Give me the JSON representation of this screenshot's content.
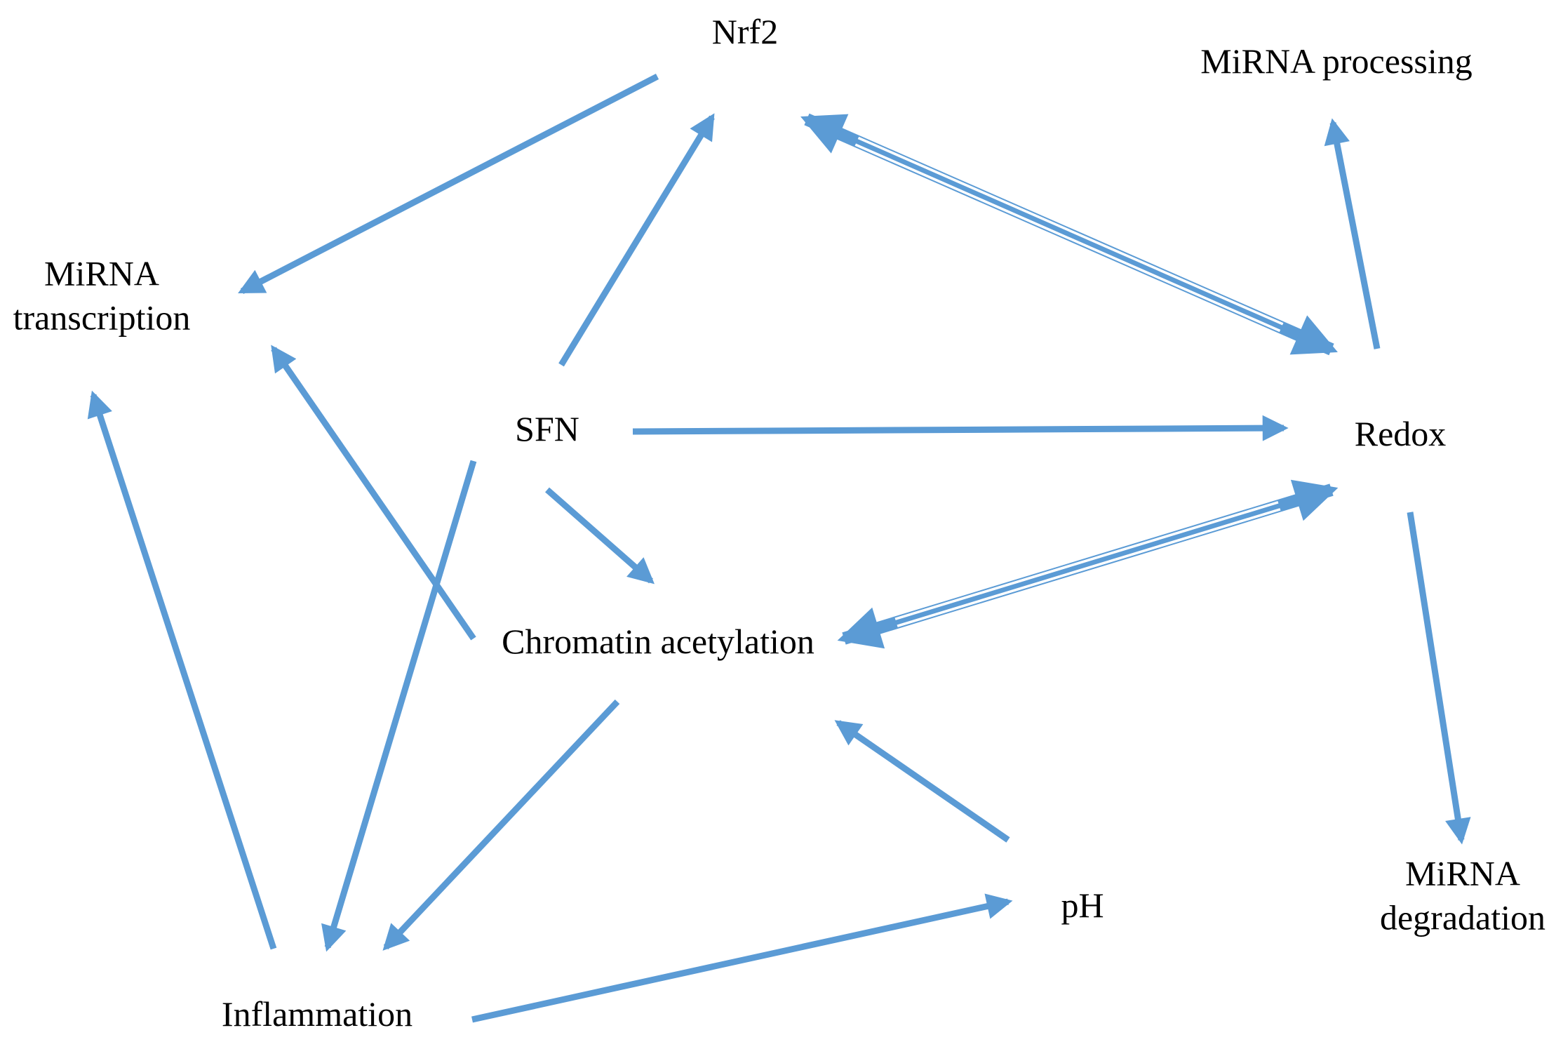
{
  "figure": {
    "type": "concept-network-diagram",
    "background_color": "#ffffff",
    "arrow_color": "#5B9BD5",
    "text_color": "#000000",
    "nodes": {
      "nrf2": {
        "label": "Nrf2"
      },
      "mirna_processing": {
        "label": "MiRNA processing"
      },
      "mirna_transcription": {
        "label": "MiRNA transcription"
      },
      "sfn": {
        "label": "SFN"
      },
      "redox": {
        "label": "Redox"
      },
      "chromatin_acetylation": {
        "label": "Chromatin acetylation"
      },
      "ph": {
        "label": "pH"
      },
      "inflammation": {
        "label": "Inflammation"
      },
      "mirna_degradation": {
        "label": "MiRNA degradation"
      }
    },
    "edges": [
      {
        "from": "Nrf2",
        "to": "MiRNA transcription",
        "style": "single-arrow"
      },
      {
        "from": "SFN",
        "to": "Nrf2",
        "style": "single-arrow"
      },
      {
        "from": "Redox",
        "to": "MiRNA processing",
        "style": "single-arrow"
      },
      {
        "from": "SFN",
        "to": "Redox",
        "style": "single-arrow"
      },
      {
        "from": "SFN",
        "to": "Chromatin acetylation",
        "style": "single-arrow"
      },
      {
        "from": "Chromatin acetylation",
        "to": "MiRNA transcription",
        "style": "single-arrow"
      },
      {
        "from": "SFN",
        "to": "Inflammation",
        "style": "single-arrow"
      },
      {
        "from": "Chromatin acetylation",
        "to": "Inflammation",
        "style": "single-arrow"
      },
      {
        "from": "Inflammation",
        "to": "MiRNA transcription",
        "style": "single-arrow"
      },
      {
        "from": "Inflammation",
        "to": "pH",
        "style": "single-arrow"
      },
      {
        "from": "pH",
        "to": "Chromatin acetylation",
        "style": "single-arrow"
      },
      {
        "from": "Redox",
        "to": "MiRNA degradation",
        "style": "single-arrow"
      },
      {
        "from": "Nrf2",
        "to": "Redox",
        "style": "thick-striped-double-arrow"
      },
      {
        "from": "Chromatin acetylation",
        "to": "Redox",
        "style": "thick-striped-double-arrow"
      }
    ]
  }
}
